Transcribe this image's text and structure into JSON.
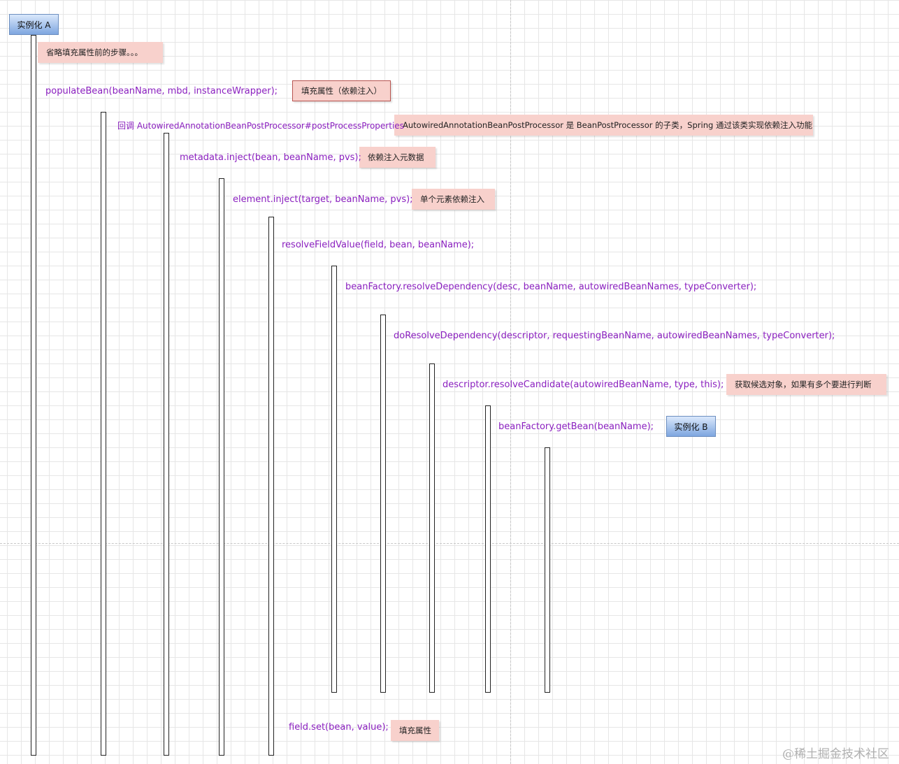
{
  "actors": {
    "instance_a": "实例化 A",
    "instance_b": "实例化 B"
  },
  "notes": {
    "skip_steps": "省略填充属性前的步骤。。。",
    "populate": "填充属性（依赖注入）",
    "processor_desc": "AutowiredAnnotationBeanPostProcessor 是 BeanPostProcessor 的子类，Spring 通过该类实现依赖注入功能",
    "metadata_desc": "依赖注入元数据",
    "element_desc": "单个元素依赖注入",
    "candidate_desc": "获取候选对象，如果有多个要进行判断",
    "field_set_desc": "填充属性"
  },
  "calls": {
    "populate_bean": "populateBean(beanName, mbd, instanceWrapper);",
    "callback": "回调 AutowiredAnnotationBeanPostProcessor#postProcessProperties",
    "metadata_inject": "metadata.inject(bean, beanName, pvs);",
    "element_inject": "element.inject(target, beanName, pvs);",
    "resolve_field_value": "resolveFieldValue(field, bean, beanName);",
    "resolve_dependency": "beanFactory.resolveDependency(desc, beanName, autowiredBeanNames, typeConverter);",
    "do_resolve_dependency": "doResolveDependency(descriptor, requestingBeanName, autowiredBeanNames, typeConverter);",
    "resolve_candidate": "descriptor.resolveCandidate(autowiredBeanName, type, this);",
    "get_bean": "beanFactory.getBean(beanName);",
    "field_set": "field.set(bean, value);"
  },
  "watermark": "@稀土掘金技术社区"
}
